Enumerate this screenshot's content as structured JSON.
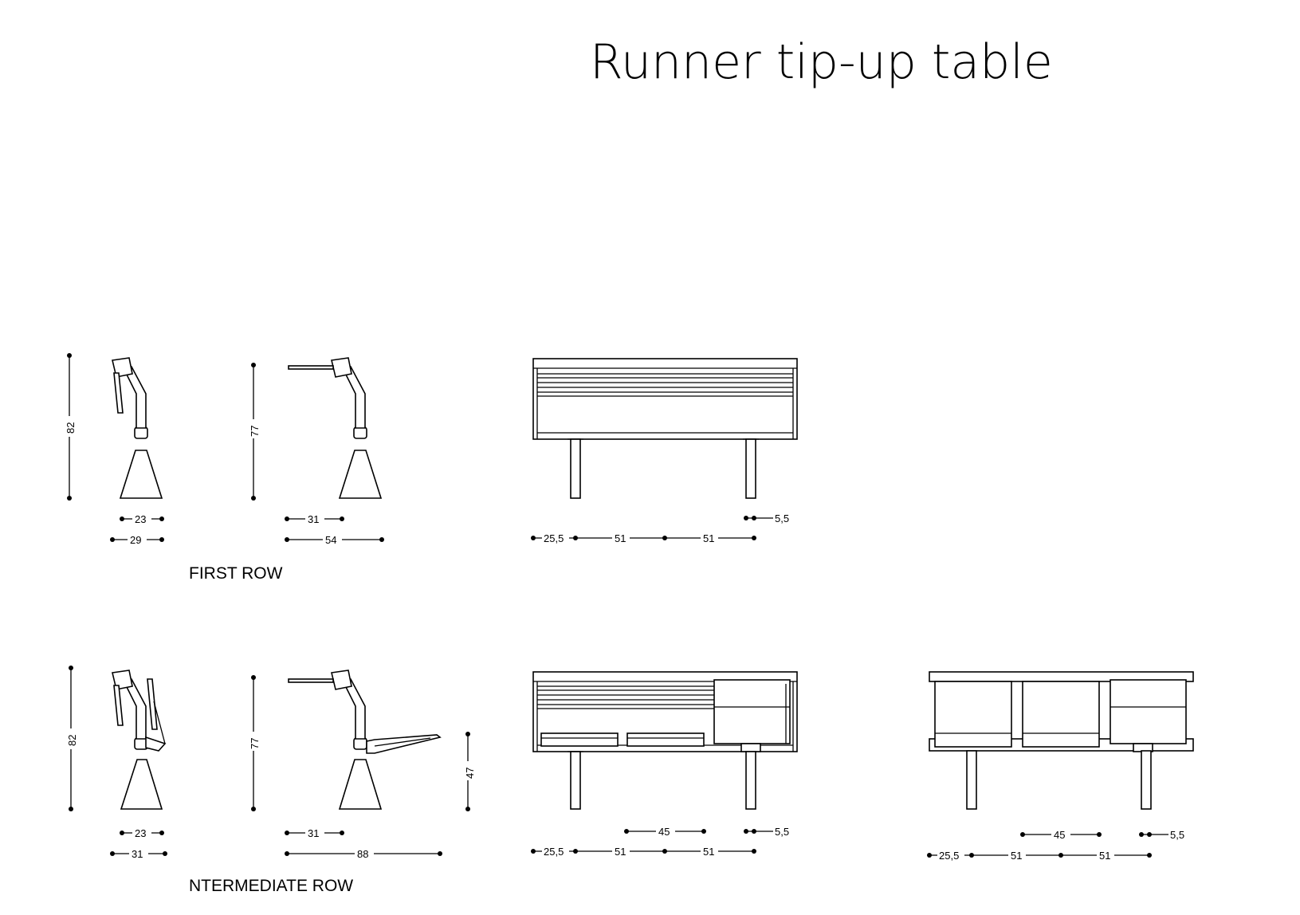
{
  "title": "Runner tip-up table",
  "rows": {
    "first": "FIRST ROW",
    "intermediate": "NTERMEDIATE ROW"
  },
  "dimensions": {
    "first_row": {
      "side_closed_height": "82",
      "side_closed_seat": "23",
      "side_closed_base": "29",
      "side_open_height": "77",
      "side_open_seat": "31",
      "side_open_depth": "54",
      "front_edge": "25,5",
      "front_span_1": "51",
      "front_span_2": "51",
      "front_leg": "5,5"
    },
    "intermediate_row": {
      "side_closed_height": "82",
      "side_closed_seat": "23",
      "side_closed_base": "31",
      "side_open_height": "77",
      "side_open_table_height": "47",
      "side_open_seat": "31",
      "side_open_depth": "88",
      "front_table": "45",
      "front_leg": "5,5",
      "front_edge": "25,5",
      "front_span_1": "51",
      "front_span_2": "51",
      "rear_table": "45",
      "rear_leg": "5,5",
      "rear_edge": "25,5",
      "rear_span_1": "51",
      "rear_span_2": "51"
    }
  }
}
